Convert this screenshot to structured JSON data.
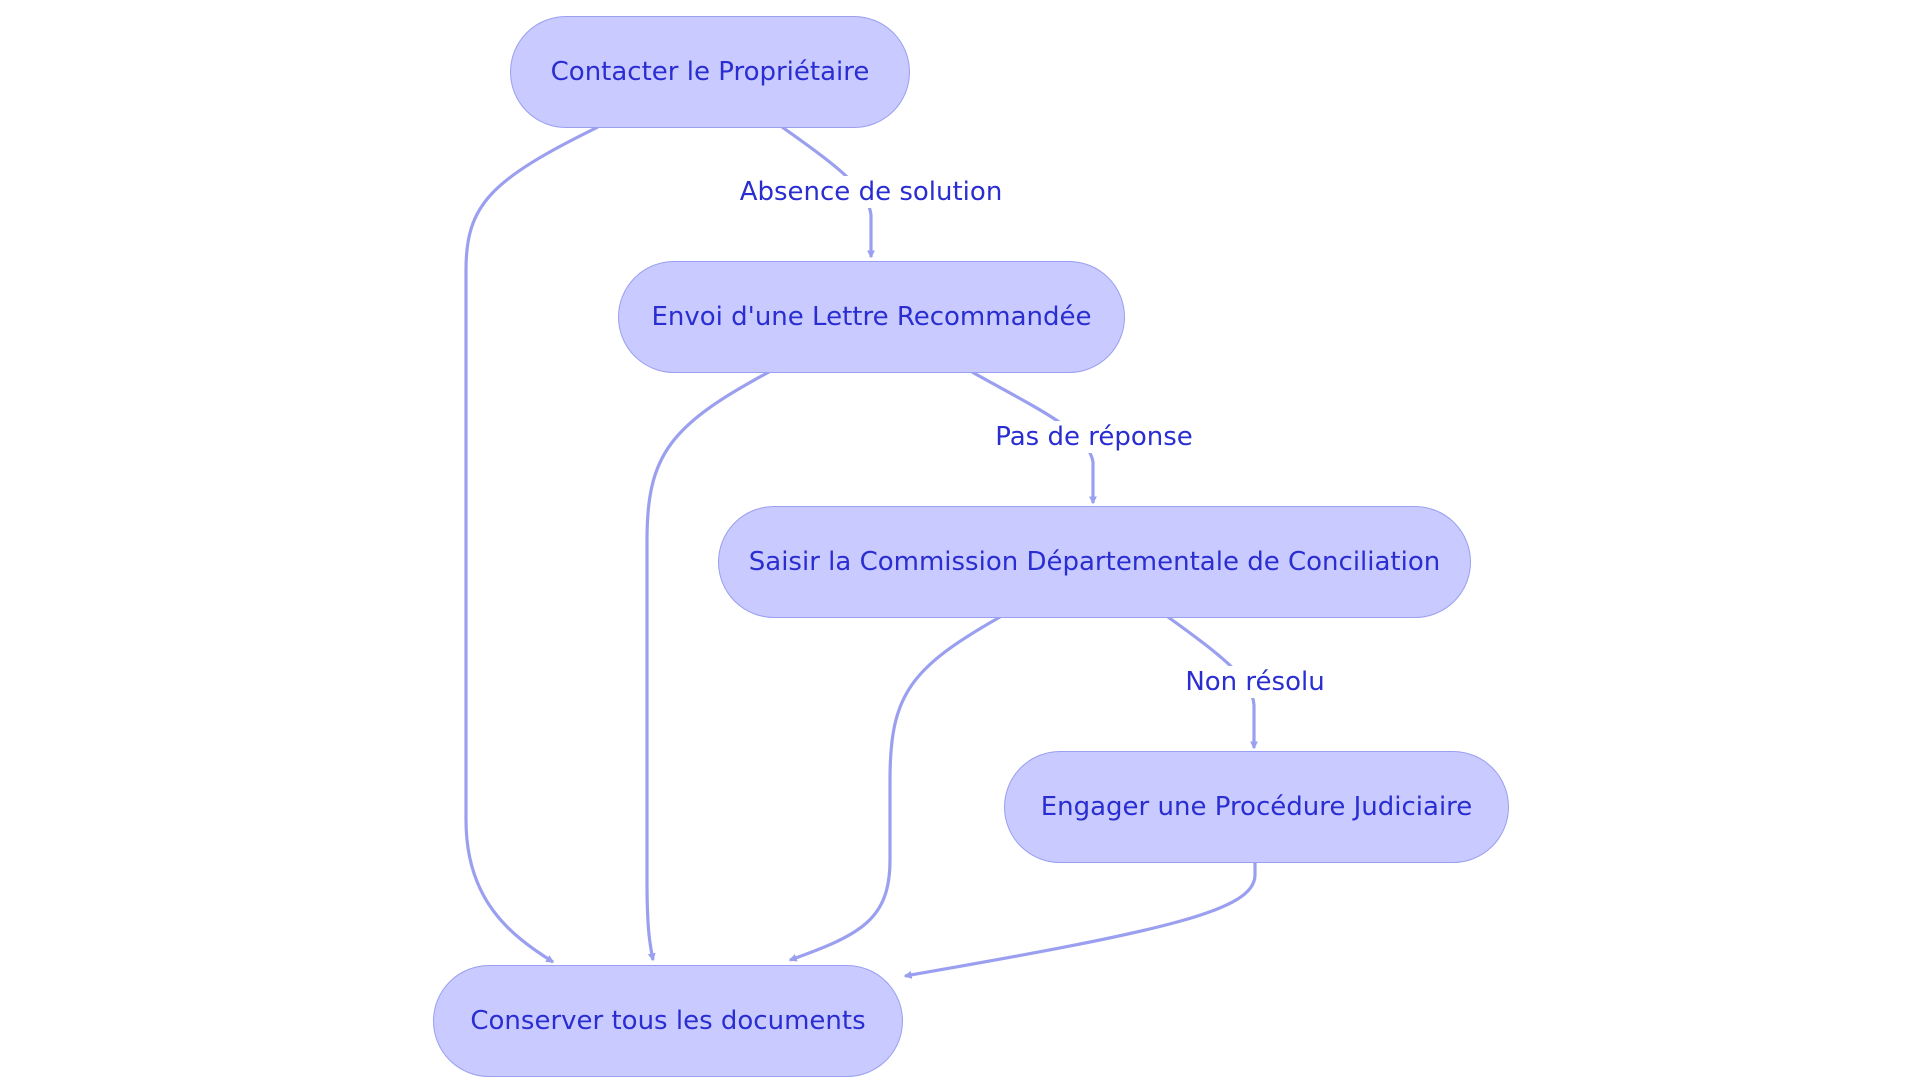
{
  "colors": {
    "node_fill": "#c9caff",
    "node_border": "#9a9ff0",
    "edge": "#9aa0ef",
    "text": "#2a2ed0"
  },
  "nodes": {
    "contact": "Contacter le Propriétaire",
    "lettre": "Envoi d'une Lettre Recommandée",
    "commission": "Saisir la Commission Départementale de Conciliation",
    "procedure": "Engager une Procédure Judiciaire",
    "documents": "Conserver tous les documents"
  },
  "edges": {
    "absence": "Absence de solution",
    "pas_reponse": "Pas de réponse",
    "non_resolu": "Non résolu"
  }
}
